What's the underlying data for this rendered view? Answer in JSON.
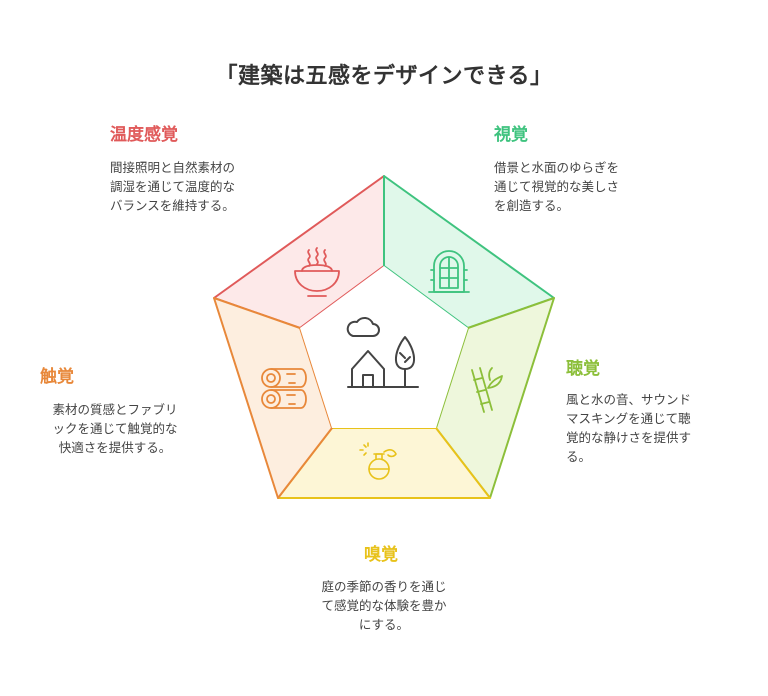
{
  "title": "「建築は五感をデザインできる」",
  "colors": {
    "temperature": "#e05a5a",
    "sight": "#3fc37f",
    "hearing": "#8cbf3a",
    "smell": "#e8c21a",
    "touch": "#e8883a"
  },
  "center": {
    "icon": "house-and-tree-icon"
  },
  "senses": {
    "temperature": {
      "title": "温度感覚",
      "description": "間接照明と自然素材の\n調湿を通じて温度的な\nバランスを維持する。",
      "icon": "soup-bowl-icon"
    },
    "sight": {
      "title": "視覚",
      "description": "借景と水面のゆらぎを\n通じて視覚的な美しさ\nを創造する。",
      "icon": "window-icon"
    },
    "hearing": {
      "title": "聴覚",
      "description": "風と水の音、サウンド\nマスキングを通じて聴\n覚的な静けさを提供す\nる。",
      "icon": "bamboo-icon"
    },
    "smell": {
      "title": "嗅覚",
      "description": "庭の季節の香りを通じ\nて感覚的な体験を豊か\nにする。",
      "icon": "perfume-bottle-icon"
    },
    "touch": {
      "title": "触覚",
      "description": "素材の質感とファブリ\nックを通じて触覚的な\n快適さを提供する。",
      "icon": "wood-logs-icon"
    }
  }
}
